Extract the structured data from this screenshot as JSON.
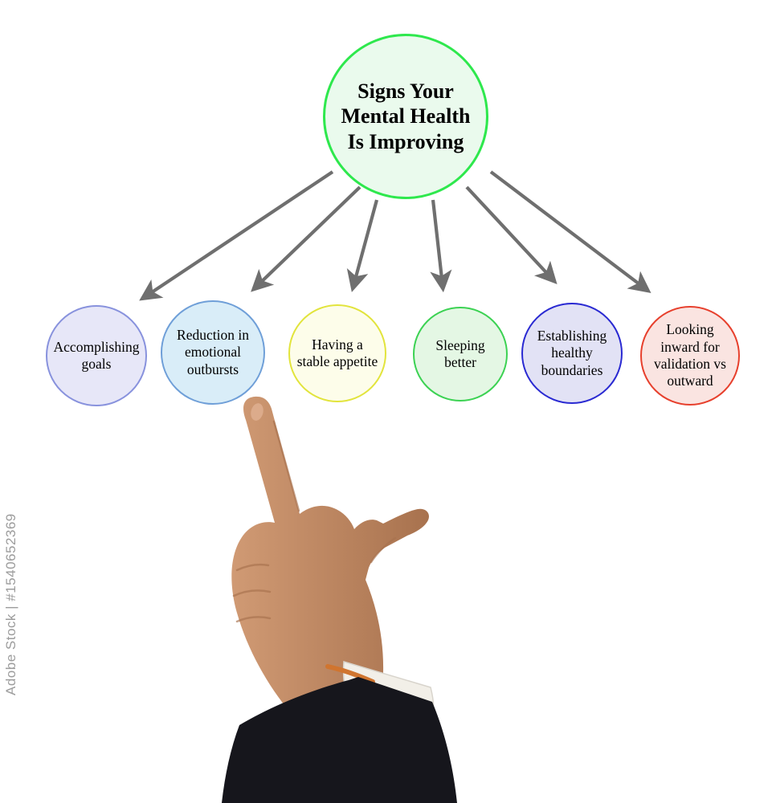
{
  "watermark": {
    "label": "Adobe Stock | #1540652369"
  },
  "diagram": {
    "title": "Signs Your Mental Health Is Improving",
    "center": {
      "fill": "#eafaed",
      "border": "#2ee84d"
    },
    "nodes": [
      {
        "label": "Accomplishing goals",
        "fill": "#e7e7f8",
        "border": "#8892dd"
      },
      {
        "label": "Reduction in emotional outbursts",
        "fill": "#d9edf8",
        "border": "#6f9fd8"
      },
      {
        "label": "Having a stable appetite",
        "fill": "#fdfdea",
        "border": "#e2e43c"
      },
      {
        "label": "Sleeping better",
        "fill": "#e4f7e4",
        "border": "#3cd253"
      },
      {
        "label": "Establishing healthy boundaries",
        "fill": "#e2e2f5",
        "border": "#2a2ad2"
      },
      {
        "label": "Looking inward for validation vs outward",
        "fill": "#fae4e1",
        "border": "#e7402d"
      }
    ]
  },
  "colors": {
    "arrow": "#6f6f6f",
    "watermark": "#9c9c9c",
    "skin_light": "#d09a74",
    "skin_dark": "#a8724e",
    "nail": "#dcab8b",
    "cuff": "#f2efe8",
    "bracelet": "#d0752f",
    "sleeve": "#16161c"
  }
}
